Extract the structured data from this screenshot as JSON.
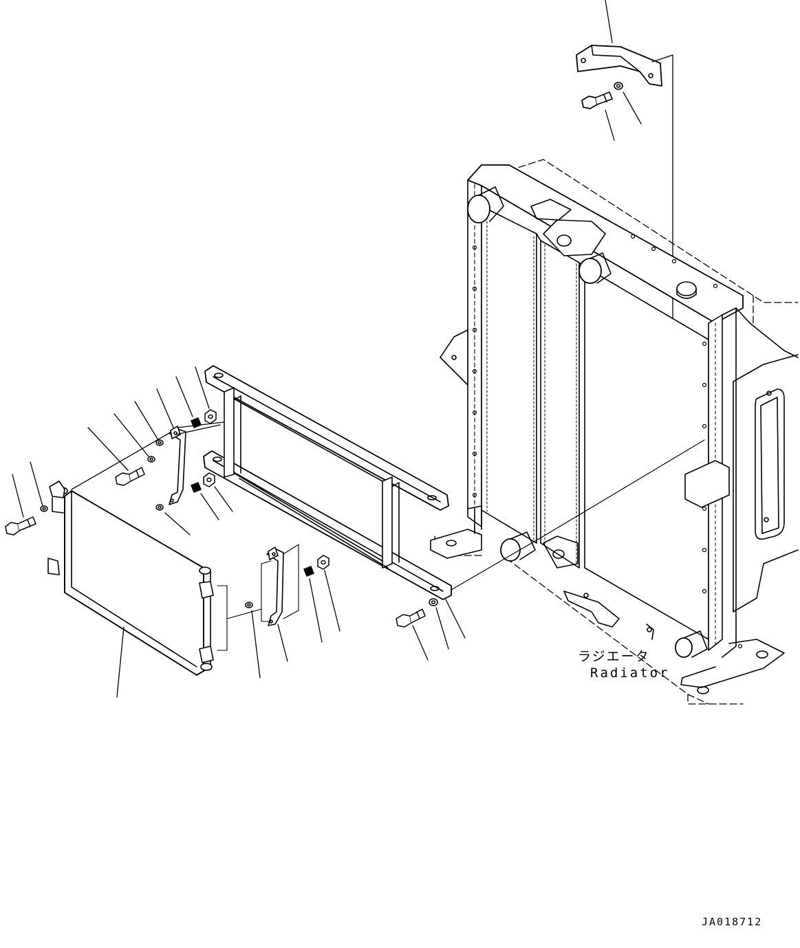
{
  "diagram": {
    "component_label_ja": "ラジエータ",
    "component_label_en": "Radiator",
    "drawing_number": "JA018712",
    "line_color": "#000000",
    "background_color": "#ffffff"
  }
}
